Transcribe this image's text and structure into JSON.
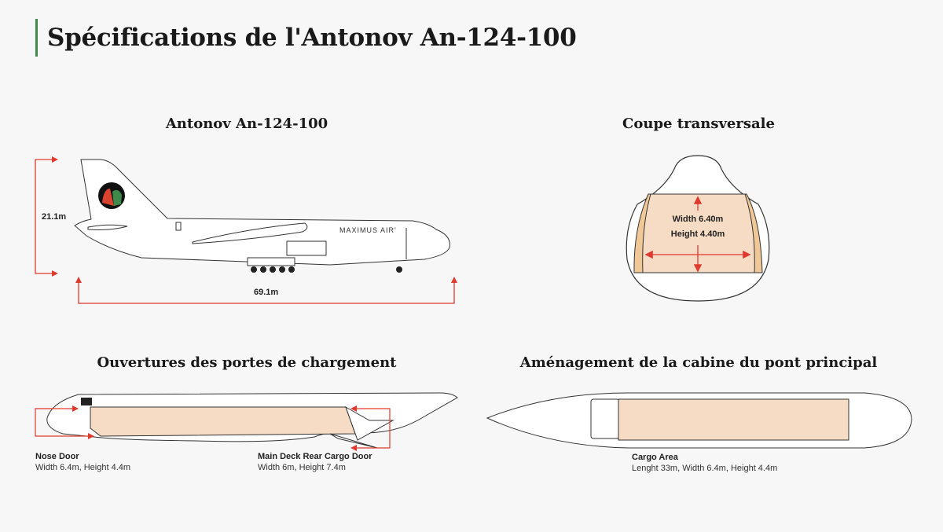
{
  "page_title": "Spécifications de l'Antonov An-124-100",
  "sections": {
    "side_view": {
      "heading": "Antonov An-124-100",
      "height_label": "21.1m",
      "length_label": "69.1m",
      "livery_text": "MAXIMUS AIR'"
    },
    "cross_section": {
      "heading": "Coupe transversale",
      "width_label": "Width 6.40m",
      "height_label": "Height 4.40m"
    },
    "doors": {
      "heading": "Ouvertures des portes de chargement",
      "nose_door": {
        "title": "Nose Door",
        "detail": "Width 6.4m, Height 4.4m"
      },
      "rear_door": {
        "title": "Main Deck Rear Cargo Door",
        "detail": "Width 6m, Height 7.4m"
      }
    },
    "cabin_layout": {
      "heading": "Aménagement de la cabine du pont principal",
      "cargo_area": {
        "title": "Cargo Area",
        "detail": "Lenght 33m, Width 6.4m, Height 4.4m"
      }
    }
  },
  "colors": {
    "accent": "#3d8a4a",
    "arrow": "#e03a2f",
    "cargo": "#f6dcc4",
    "cargo_side": "#f0c898"
  }
}
